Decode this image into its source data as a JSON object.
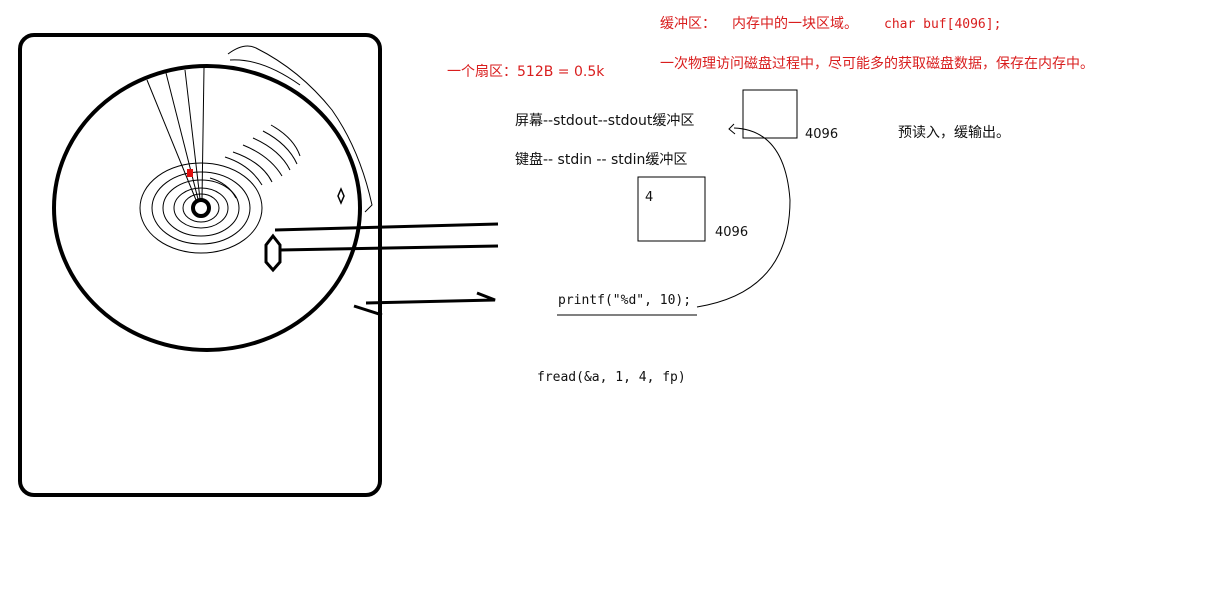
{
  "annotations": {
    "buffer_def_label": "缓冲区：",
    "buffer_def_text": "内存中的一块区域。",
    "buffer_code": "char buf[4096];",
    "disk_access_note": "一次物理访问磁盘过程中，尽可能多的获取磁盘数据，保存在内存中。",
    "sector_note": "一个扇区：512B = 0.5k",
    "screen_line": "屏幕--stdout--stdout缓冲区",
    "keyboard_line": "键盘-- stdin -- stdin缓冲区",
    "preread_note": "预读入，缓输出。",
    "stdout_buffer_size": "4096",
    "stdin_buffer_size": "4096",
    "stdin_buffer_content": "4",
    "printf_call": "printf(\"%d\", 10);",
    "fread_call": "fread(&a, 1, 4, fp)"
  },
  "colors": {
    "annotation_red": "#d91e1e",
    "ink": "#000000",
    "sector_mark": "#e01010"
  }
}
